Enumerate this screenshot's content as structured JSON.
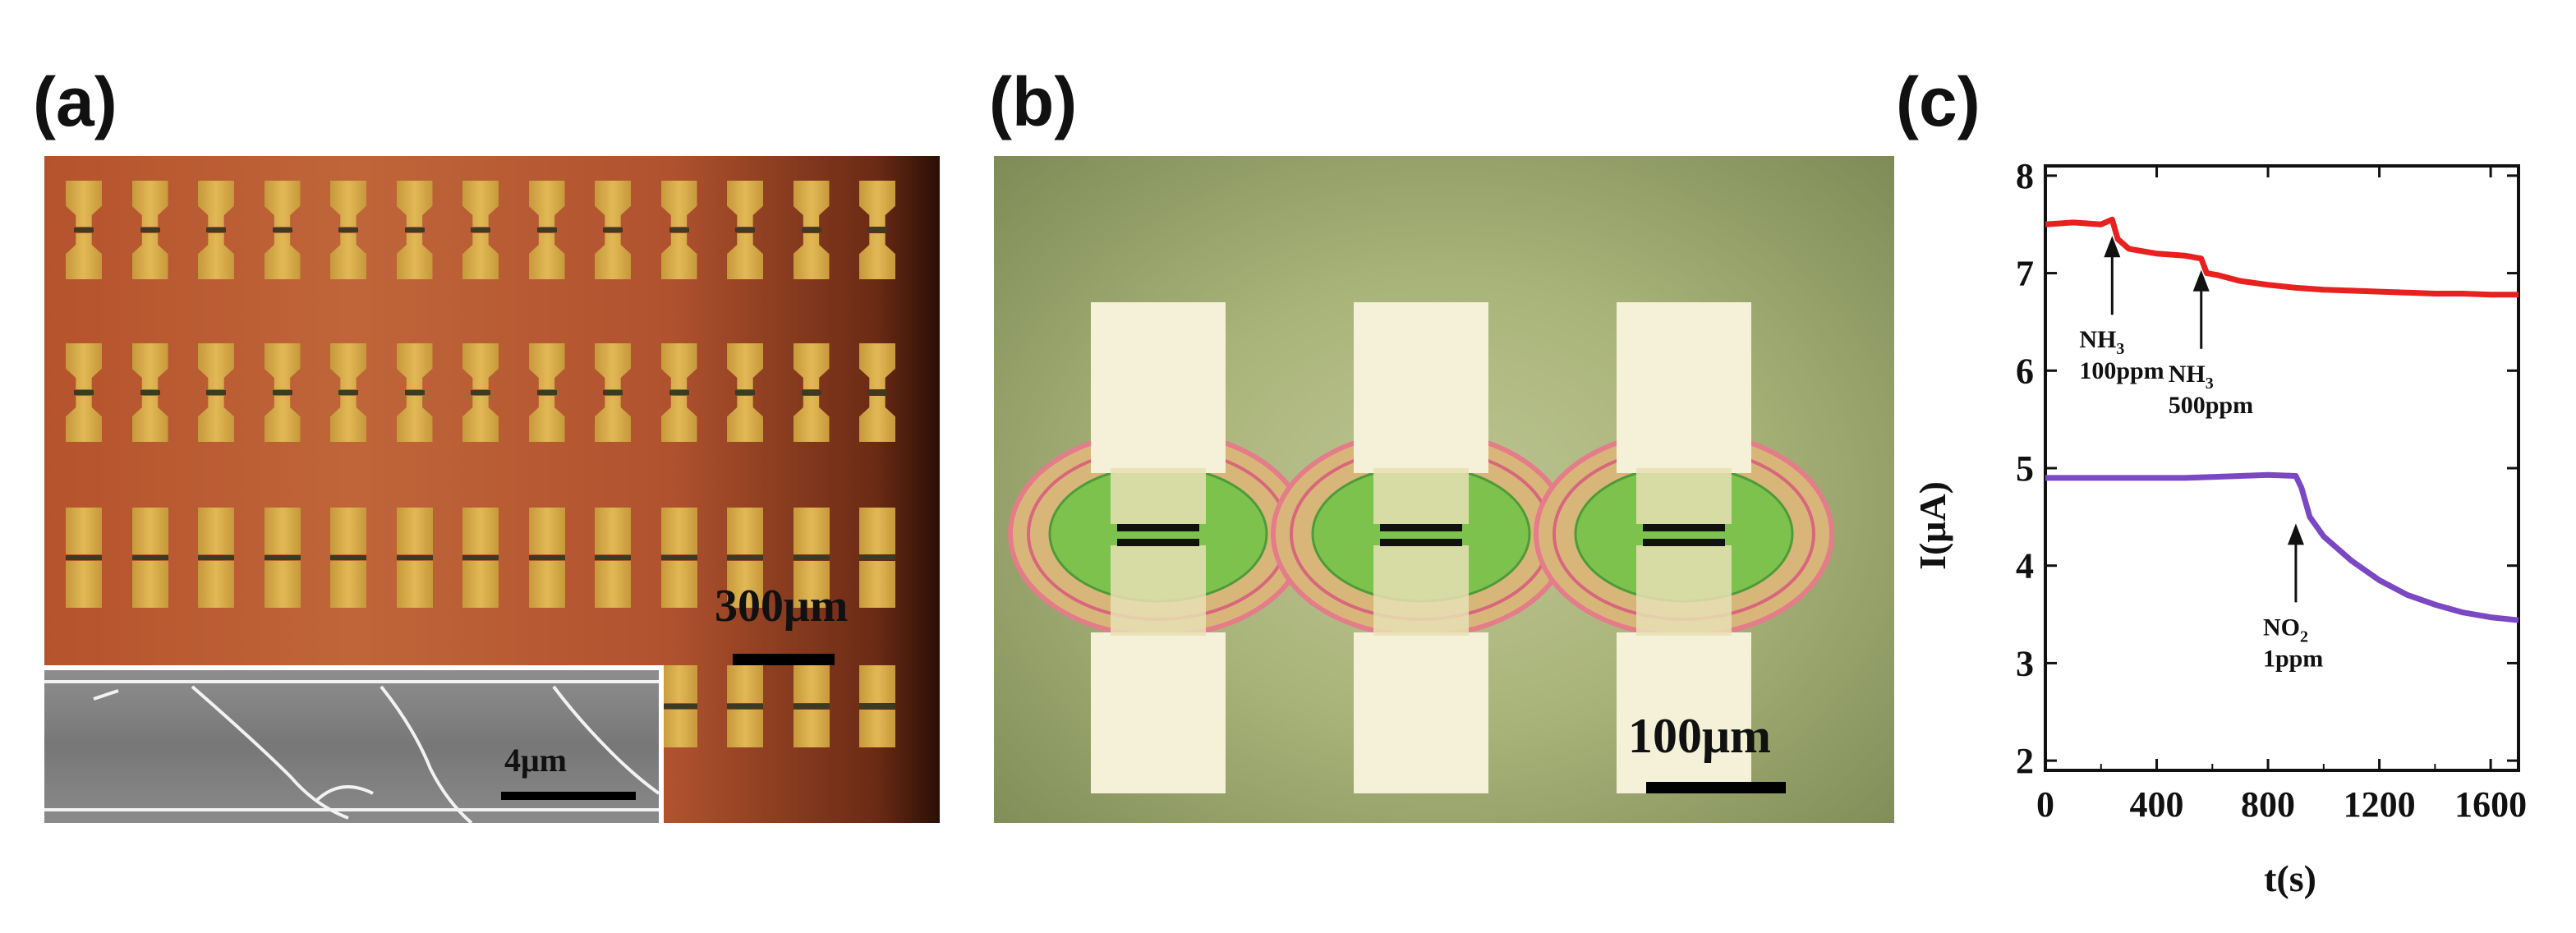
{
  "figure": {
    "panel_a": {
      "label": "(a)",
      "scalebar_label": "300μm",
      "inset_scalebar_label": "4μm"
    },
    "panel_b": {
      "label": "(b)",
      "scalebar_label": "100μm"
    },
    "panel_c": {
      "label": "(c)"
    }
  },
  "chart_data": {
    "type": "line",
    "xlabel": "t(s)",
    "ylabel": "I(μA)",
    "xlim": [
      0,
      1700
    ],
    "ylim": [
      1.9,
      8.1
    ],
    "xticks": [
      0,
      400,
      800,
      1200,
      1600
    ],
    "yticks": [
      2,
      3,
      4,
      5,
      6,
      7,
      8
    ],
    "series": [
      {
        "color": "#e8201f",
        "x": [
          0,
          100,
          200,
          240,
          260,
          300,
          400,
          500,
          560,
          580,
          620,
          700,
          800,
          900,
          1000,
          1100,
          1200,
          1300,
          1400,
          1500,
          1600,
          1700
        ],
        "y": [
          7.5,
          7.52,
          7.5,
          7.55,
          7.35,
          7.25,
          7.2,
          7.18,
          7.15,
          7.0,
          6.98,
          6.92,
          6.88,
          6.85,
          6.83,
          6.82,
          6.81,
          6.8,
          6.79,
          6.79,
          6.78,
          6.78
        ]
      },
      {
        "color": "#7b48c4",
        "x": [
          0,
          100,
          200,
          300,
          400,
          500,
          600,
          700,
          800,
          900,
          920,
          950,
          1000,
          1100,
          1200,
          1300,
          1400,
          1500,
          1600,
          1700
        ],
        "y": [
          4.9,
          4.9,
          4.9,
          4.9,
          4.9,
          4.9,
          4.91,
          4.92,
          4.93,
          4.92,
          4.8,
          4.5,
          4.3,
          4.05,
          3.85,
          3.7,
          3.6,
          3.52,
          3.47,
          3.44
        ]
      }
    ],
    "annotations": [
      {
        "lines": [
          "NH",
          "100ppm"
        ],
        "sub": "3",
        "x": 240,
        "y": 7.5
      },
      {
        "lines": [
          "NH",
          "500ppm"
        ],
        "sub": "3",
        "x": 560,
        "y": 7.15
      },
      {
        "lines": [
          "NO",
          "1ppm"
        ],
        "sub": "2",
        "x": 900,
        "y": 4.55
      }
    ]
  }
}
